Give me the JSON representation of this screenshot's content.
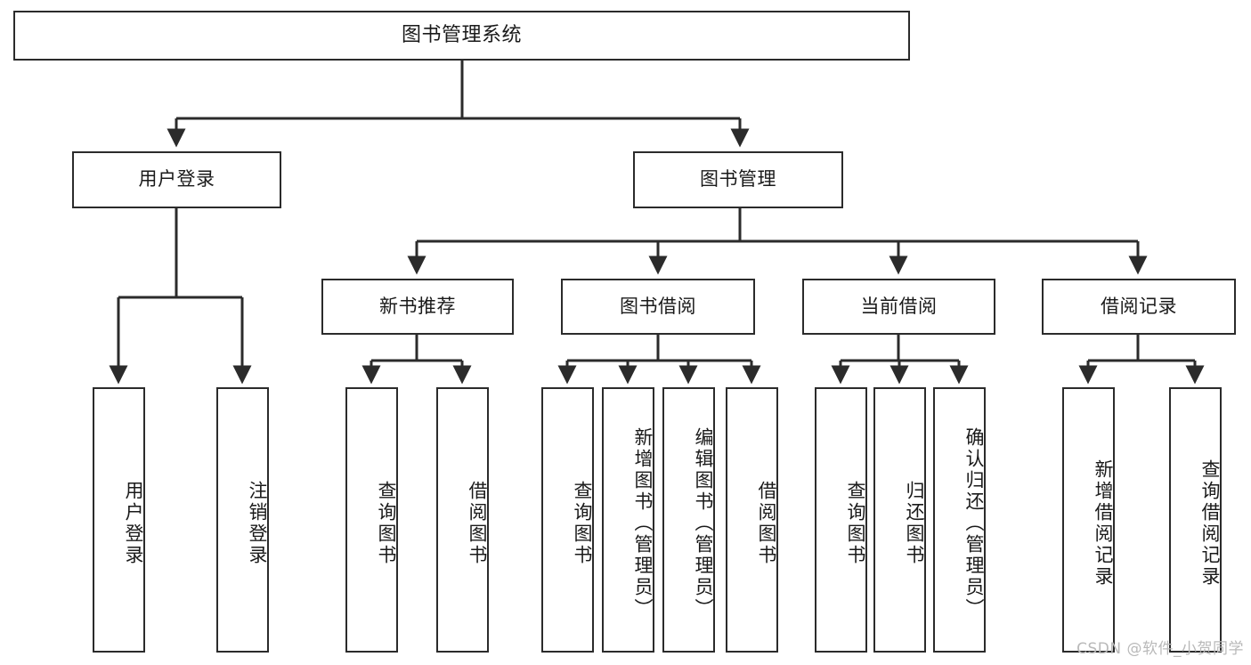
{
  "diagram": {
    "type": "tree-flowchart",
    "title": "图书管理系统",
    "root": {
      "label": "图书管理系统"
    },
    "level2": [
      {
        "id": "user-login",
        "label": "用户登录"
      },
      {
        "id": "book-management",
        "label": "图书管理"
      }
    ],
    "level3": [
      {
        "id": "new-book-recommend",
        "label": "新书推荐",
        "parent": "book-management"
      },
      {
        "id": "book-borrow",
        "label": "图书借阅",
        "parent": "book-management"
      },
      {
        "id": "current-borrow",
        "label": "当前借阅",
        "parent": "book-management"
      },
      {
        "id": "borrow-record",
        "label": "借阅记录",
        "parent": "book-management"
      }
    ],
    "leaves": [
      {
        "id": "leaf-user-login",
        "label": "用户登录",
        "parent": "user-login"
      },
      {
        "id": "leaf-logout-login",
        "label": "注销登录",
        "parent": "user-login"
      },
      {
        "id": "leaf-query-book-1",
        "label": "查询图书",
        "parent": "new-book-recommend"
      },
      {
        "id": "leaf-borrow-book-1",
        "label": "借阅图书",
        "parent": "new-book-recommend"
      },
      {
        "id": "leaf-query-book-2",
        "label": "查询图书",
        "parent": "book-borrow"
      },
      {
        "id": "leaf-add-book",
        "label": "新增图书（管理员）",
        "parent": "book-borrow"
      },
      {
        "id": "leaf-edit-book",
        "label": "编辑图书（管理员）",
        "parent": "book-borrow"
      },
      {
        "id": "leaf-borrow-book-2",
        "label": "借阅图书",
        "parent": "book-borrow"
      },
      {
        "id": "leaf-query-book-3",
        "label": "查询图书",
        "parent": "current-borrow"
      },
      {
        "id": "leaf-return-book",
        "label": "归还图书",
        "parent": "current-borrow"
      },
      {
        "id": "leaf-confirm-return",
        "label": "确认归还（管理员）",
        "parent": "current-borrow"
      },
      {
        "id": "leaf-add-record",
        "label": "新增借阅记录",
        "parent": "borrow-record"
      },
      {
        "id": "leaf-query-record",
        "label": "查询借阅记录",
        "parent": "borrow-record"
      }
    ],
    "colors": {
      "stroke": "#2b2b2b",
      "box_fill": "#ffffff",
      "text": "#1a1a1a",
      "background": "#ffffff",
      "watermark": "#b9b9b9"
    }
  },
  "watermark": {
    "text": "CSDN @软件_小贺同学"
  }
}
